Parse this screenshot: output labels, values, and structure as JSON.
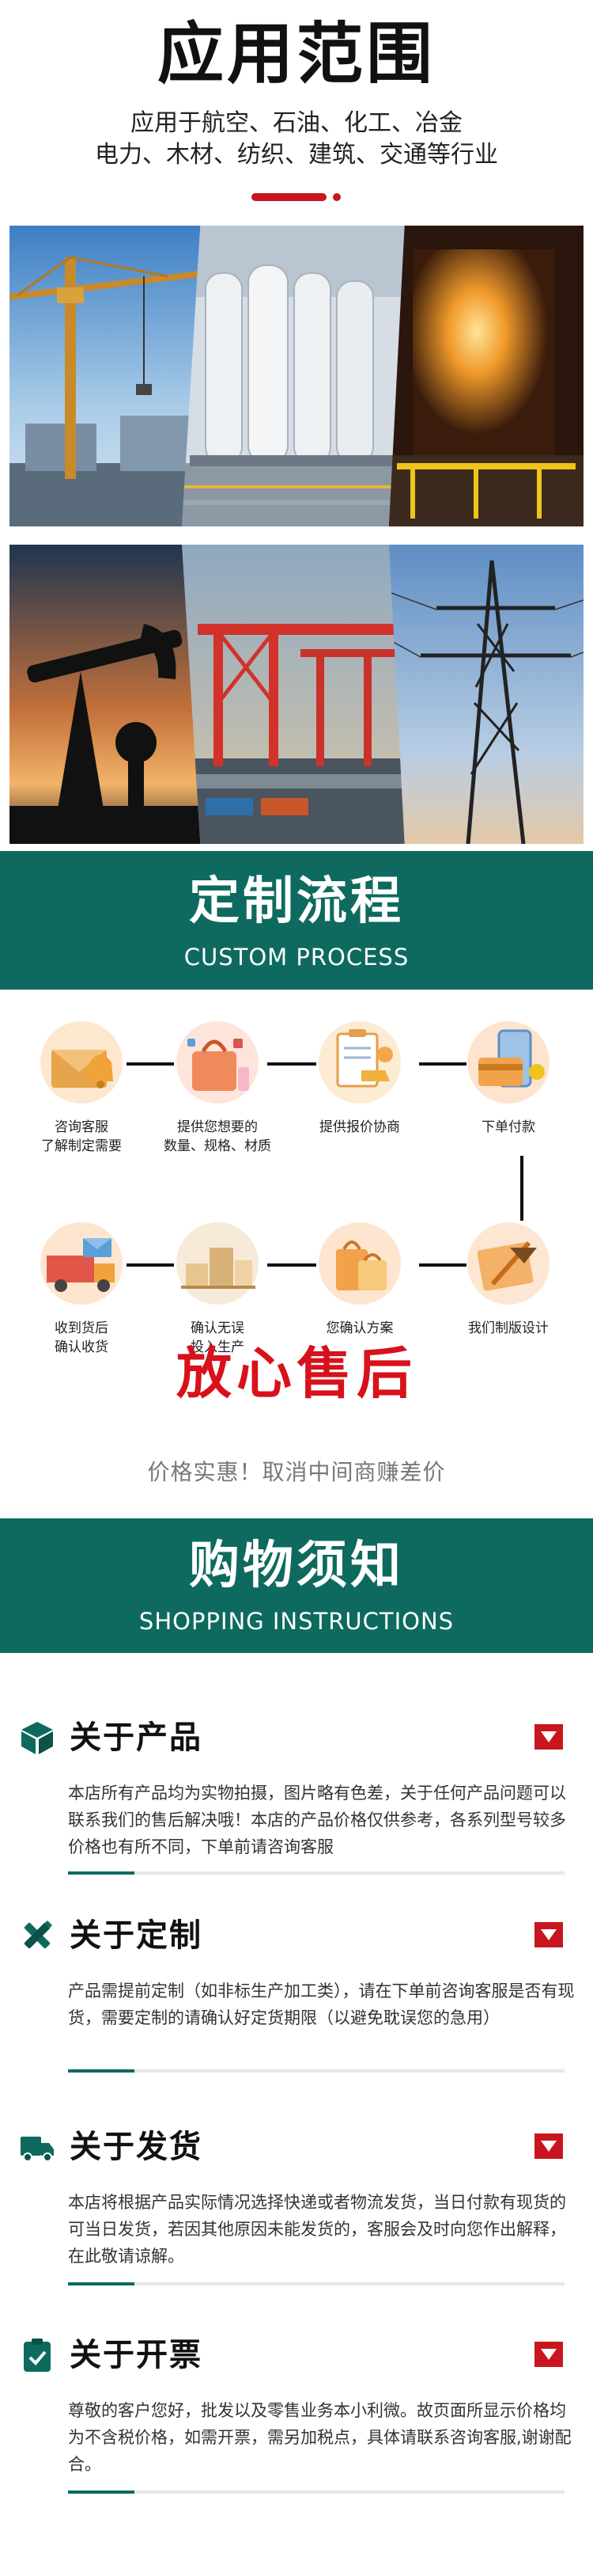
{
  "scope": {
    "title": "应用范围",
    "line1": "应用于航空、石油、化工、冶金",
    "line2": "电力、木材、纺织、建筑、交通等行业"
  },
  "process": {
    "title": "定制流程",
    "subtitle": "CUSTOM PROCESS",
    "steps": [
      {
        "label": "咨询客服\n了解制定需要"
      },
      {
        "label": "提供您想要的\n数量、规格、材质"
      },
      {
        "label": "提供报价协商"
      },
      {
        "label": "下单付款"
      },
      {
        "label": "我们制版设计"
      },
      {
        "label": "您确认方案"
      },
      {
        "label": "确认无误\n投入生产"
      },
      {
        "label": "收到货后\n确认收货"
      }
    ]
  },
  "after_sale": {
    "title": "放心售后",
    "subtitle": "价格实惠！取消中间商赚差价"
  },
  "shopping": {
    "title": "购物须知",
    "subtitle": "SHOPPING INSTRUCTIONS",
    "notes": [
      {
        "title": "关于产品",
        "icon": "box-icon",
        "body": "本店所有产品均为实物拍摄，图片略有色差，关于任何产品问题可以联系我们的售后解决哦！本店的产品价格仅供参考，各系列型号较多价格也有所不同，下单前请咨询客服"
      },
      {
        "title": "关于定制",
        "icon": "pencil-ruler-icon",
        "body": "产品需提前定制（如非标生产加工类），请在下单前咨询客服是否有现货，需要定制的请确认好定货期限（以避免耽误您的急用）"
      },
      {
        "title": "关于发货",
        "icon": "truck-icon",
        "body": "本店将根据产品实际情况选择快递或者物流发货，当日付款有现货的可当日发货，若因其他原因未能发货的，客服会及时向您作出解释，在此敬请谅解。"
      },
      {
        "title": "关于开票",
        "icon": "invoice-clipboard-icon",
        "body": "尊敬的客户您好，批发以及零售业务本小利微。故页面所显示价格均为不含税价格，如需开票，需另加税点，具体请联系咨询客服,谢谢配合。"
      }
    ]
  },
  "colors": {
    "teal": "#0e6a5f",
    "red": "#c8161e",
    "after_red": "#d8111c"
  }
}
